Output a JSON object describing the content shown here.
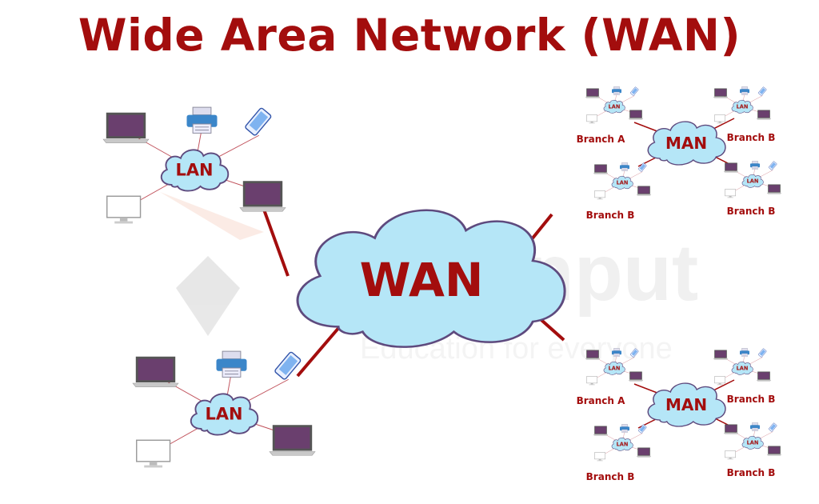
{
  "title": "Wide Area Network (WAN)",
  "wan_label": "WAN",
  "lan_label": "LAN",
  "man_label": "MAN",
  "watermark": {
    "brand": "EduInput",
    "tagline": "Education for everyone"
  },
  "man_clusters": [
    {
      "branches": [
        "Branch A",
        "Branch B",
        "Branch B",
        "Branch B"
      ]
    },
    {
      "branches": [
        "Branch A",
        "Branch B",
        "Branch B",
        "Branch B"
      ]
    }
  ],
  "colors": {
    "title": "#a30d0d",
    "cloud_fill": "#b5e6f7",
    "cloud_stroke": "#5e4a7e",
    "link": "#a30d0d",
    "device": "#6a3f6e",
    "printer": "#3b86c9"
  }
}
